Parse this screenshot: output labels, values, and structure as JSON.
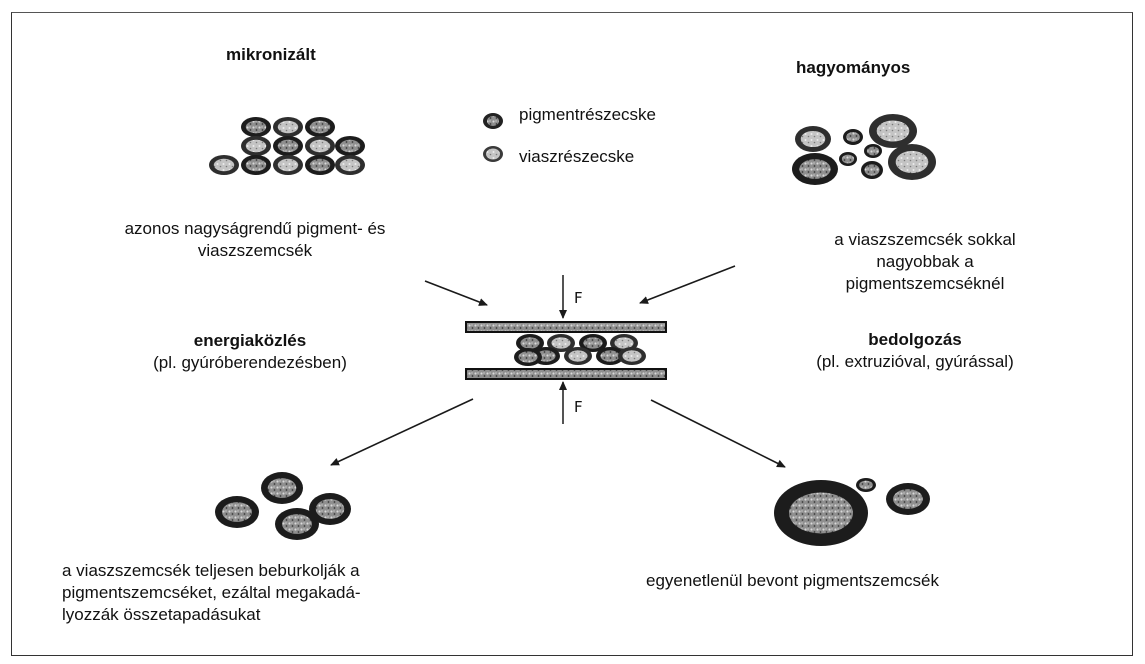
{
  "headings": {
    "left": "mikronizált",
    "right": "hagyományos"
  },
  "legend": {
    "pigment": "pigmentrészecske",
    "wax": "viaszrészecske"
  },
  "captions": {
    "top_left": [
      "azonos nagyságrendű pigment- és",
      "viaszszemcsék"
    ],
    "top_right": [
      "a viaszszemcsék sokkal",
      "nagyobbak a",
      "pigmentszemcséknél"
    ],
    "bottom_left": [
      "a viaszszemcsék teljesen beburkolják a",
      "pigmentszemcséket, ezáltal megakadá-",
      "lyozzák összetapadásukat"
    ],
    "bottom_right": "egyenetlenül bevont pigmentszemcsék"
  },
  "process": {
    "left_title": "energiaközlés",
    "left_sub": "(pl. gyúróberendezésben)",
    "right_title": "bedolgozás",
    "right_sub": "(pl. extruzióval, gyúrással)",
    "force_top": "F",
    "force_bottom": "F"
  },
  "colors": {
    "ink": "#1a1a1a",
    "speckle": "#9a9a9a",
    "light": "#cfcfcf"
  }
}
